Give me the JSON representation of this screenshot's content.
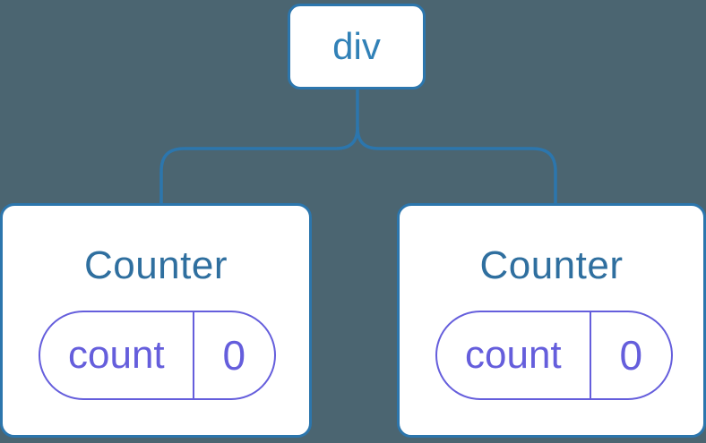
{
  "diagram": {
    "title": "react-component-tree",
    "background_color": "#4B6571",
    "line_color": "#2C76AD",
    "card_color": "#FFFFFF",
    "state_color": "#655EDC",
    "root": {
      "label": "div",
      "label_color": "#3181B7"
    },
    "children": [
      {
        "label": "Counter",
        "label_color": "#2F6F9F",
        "state": {
          "key": "count",
          "value": "0"
        }
      },
      {
        "label": "Counter",
        "label_color": "#2F6F9F",
        "state": {
          "key": "count",
          "value": "0"
        }
      }
    ]
  }
}
